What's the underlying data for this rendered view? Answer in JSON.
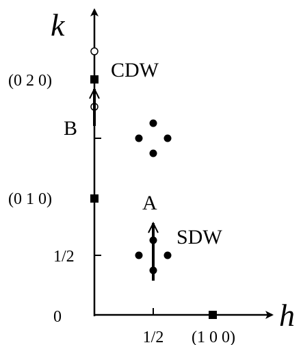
{
  "axes": {
    "x_name": "h",
    "y_name": "k",
    "origin_label": "0"
  },
  "labels": {
    "x_half": "1/2",
    "x_100": "(1 0 0)",
    "y_half": "1/2",
    "y_010": "(0 1 0)",
    "y_020": "(0 2 0)",
    "cdw": "CDW",
    "sdw": "SDW",
    "point_a": "A",
    "point_b": "B"
  }
}
